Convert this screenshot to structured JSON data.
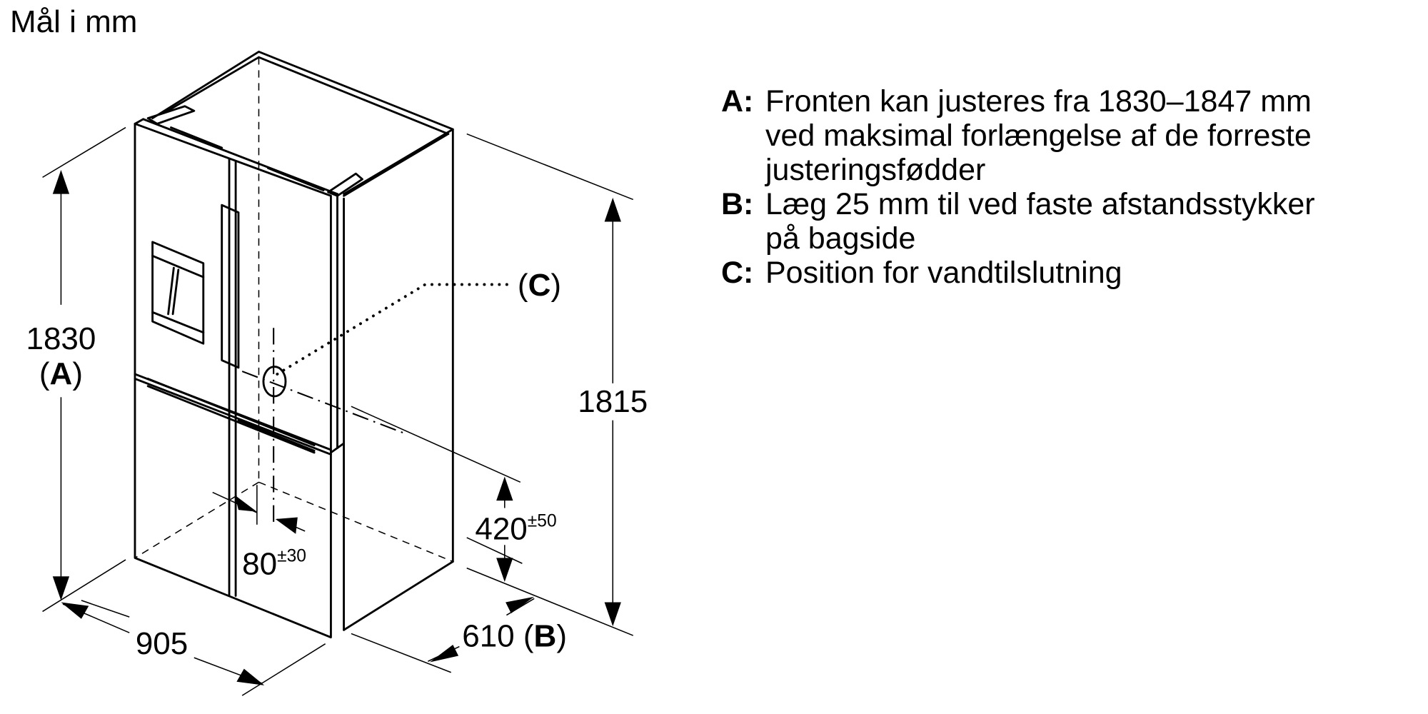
{
  "title": "Mål i mm",
  "dimensions": {
    "height_total": "1830",
    "height_total_ref": "A",
    "height_body": "1815",
    "width": "905",
    "depth": "610",
    "depth_ref": "B",
    "water_height": "420",
    "water_height_tol": "±50",
    "water_offset": "80",
    "water_offset_tol": "±30",
    "water_connection_ref": "C"
  },
  "notes": [
    {
      "key": "A:",
      "text": "Fronten kan justeres fra 1830–1847 mm\nved maksimal forlængelse af de forreste\njusteringsfødder"
    },
    {
      "key": "B:",
      "text": "Læg 25 mm til ved faste afstandsstykker\npå bagside"
    },
    {
      "key": "C:",
      "text": "Position for vandtilslutning"
    }
  ]
}
